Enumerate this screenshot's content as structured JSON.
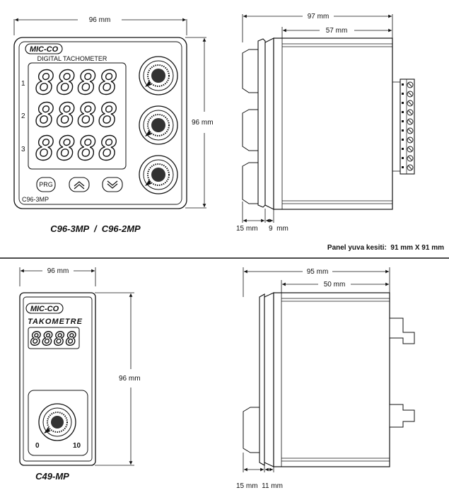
{
  "top": {
    "front": {
      "brand": "MIC-CO",
      "title": "DIGITAL TACHOMETER",
      "row_labels": [
        "1",
        "2",
        "3"
      ],
      "display_text": "8888",
      "buttons": [
        "PRG"
      ],
      "model_small": "C96-3MP",
      "width_label": "96 mm",
      "height_label": "96 mm"
    },
    "models": "C96-3MP  /  C96-2MP",
    "side": {
      "total_depth": "97 mm",
      "body_depth": "57 mm",
      "bezel1": "15 mm",
      "bezel2": "9  mm"
    },
    "cutout": "Panel yuva kesiti:  91 mm X 91 mm"
  },
  "bottom": {
    "front": {
      "brand": "MIC-CO",
      "title": "TAKOMETRE",
      "display_text": "8888",
      "knob_min": "0",
      "knob_max": "10",
      "width_label": "96 mm",
      "height_label": "96 mm"
    },
    "model": "C49-MP",
    "side": {
      "total_depth": "95 mm",
      "body_depth": "50 mm",
      "bezel": "15 mm  11 mm"
    }
  }
}
